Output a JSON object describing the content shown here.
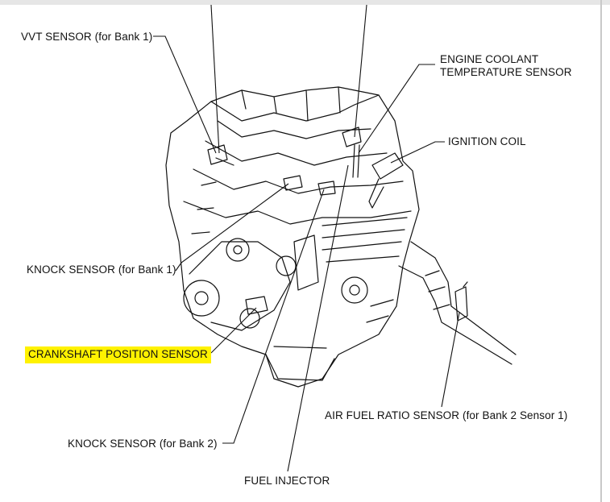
{
  "labels": {
    "vvt_sensor_bank1": "VVT SENSOR (for Bank 1)",
    "engine_coolant_line1": "ENGINE COOLANT",
    "engine_coolant_line2": "TEMPERATURE SENSOR",
    "ignition_coil": "IGNITION COIL",
    "knock_sensor_bank1": "KNOCK SENSOR (for Bank 1)",
    "crankshaft_position_sensor": "CRANKSHAFT POSITION SENSOR",
    "air_fuel_ratio_sensor": "AIR FUEL RATIO SENSOR (for Bank 2 Sensor 1)",
    "knock_sensor_bank2": "KNOCK SENSOR (for Bank 2)",
    "fuel_injector": "FUEL INJECTOR"
  },
  "colors": {
    "highlight": "#fff200",
    "line": "#111111"
  }
}
